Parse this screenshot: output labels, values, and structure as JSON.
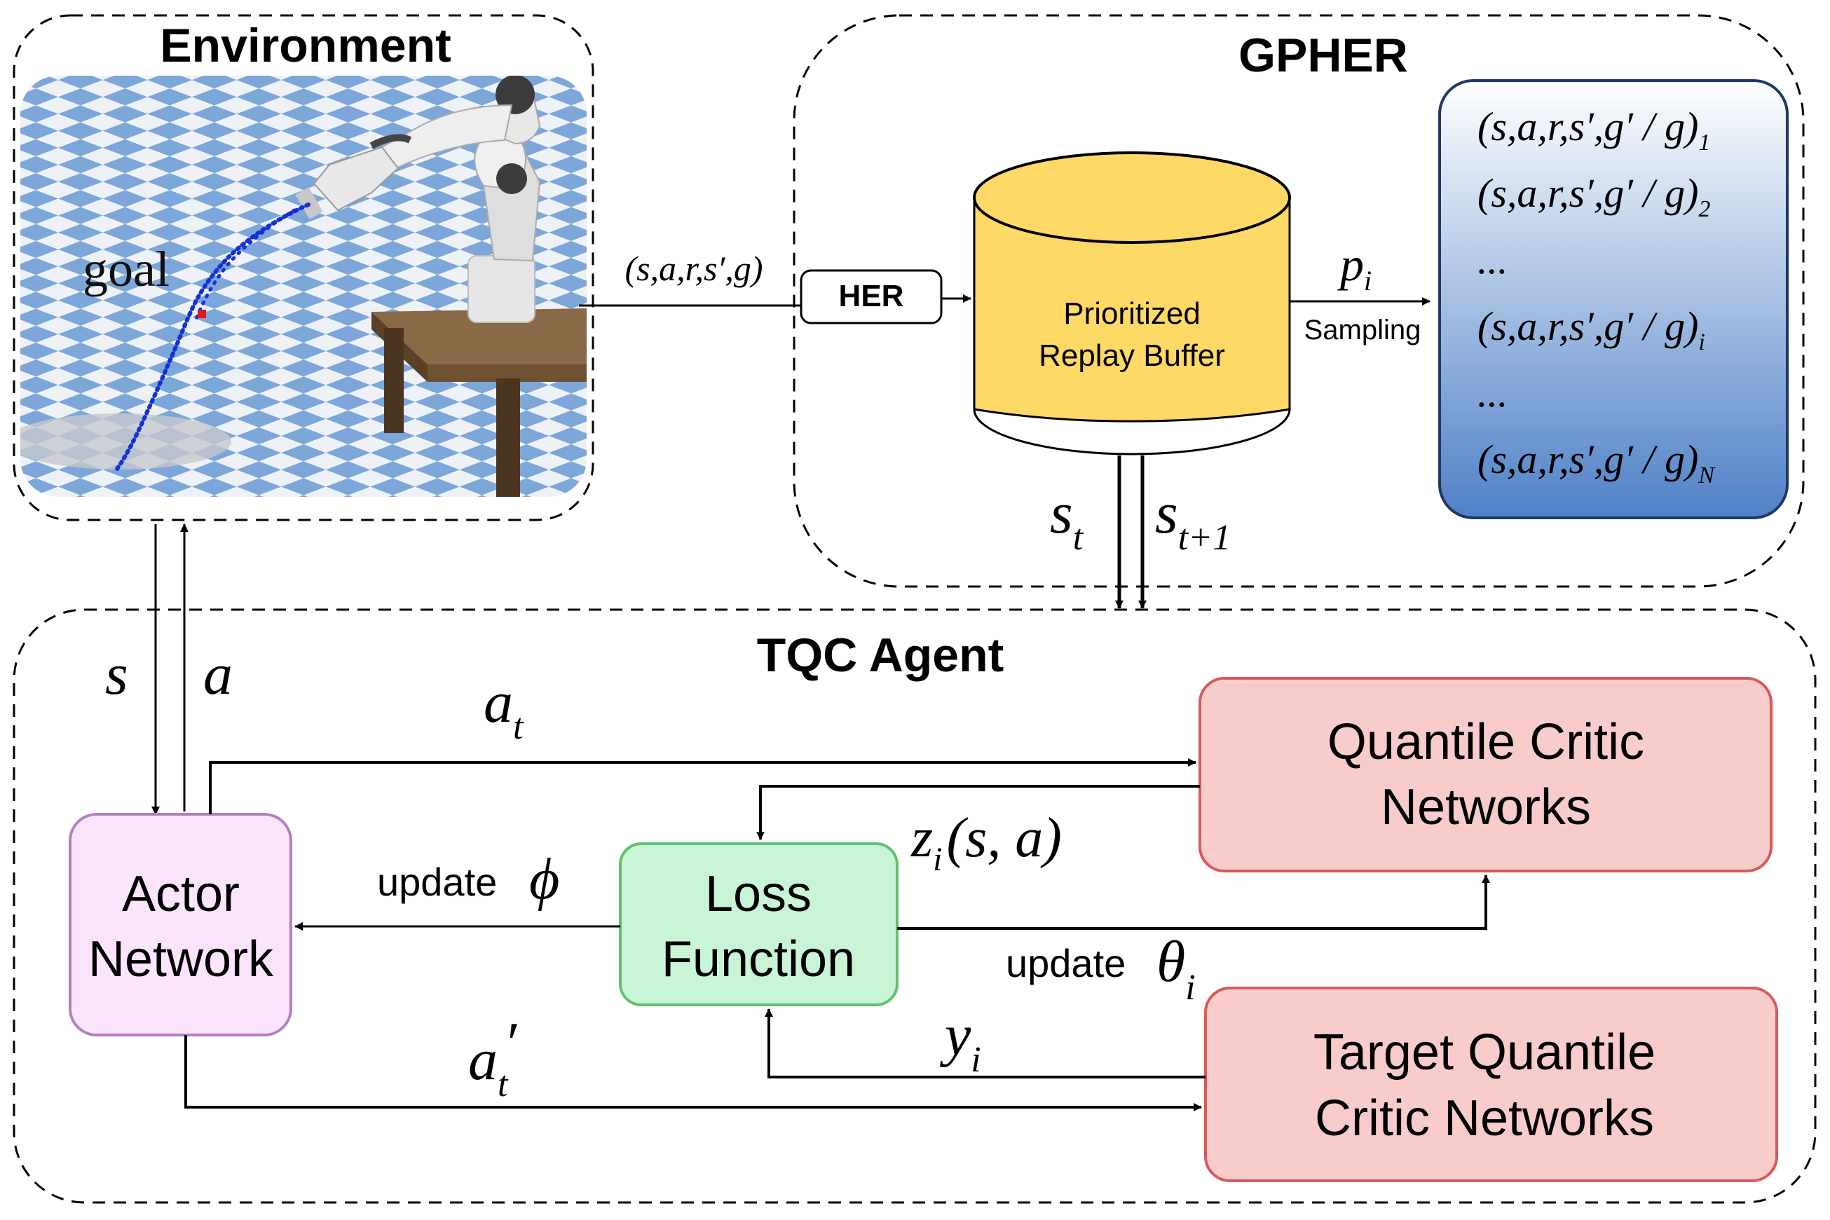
{
  "regions": {
    "environment": {
      "title": "Environment",
      "goal_label": "goal"
    },
    "gpher": {
      "title": "GPHER"
    },
    "agent": {
      "title": "TQC Agent"
    }
  },
  "nodes": {
    "her": "HER",
    "buffer": {
      "line1": "Prioritized",
      "line2": "Replay Buffer"
    },
    "actor": {
      "line1": "Actor",
      "line2": "Network"
    },
    "loss": {
      "line1": "Loss",
      "line2": "Function"
    },
    "critic": {
      "line1": "Quantile Critic",
      "line2": "Networks"
    },
    "target": {
      "line1": "Target Quantile",
      "line2": "Critic Networks"
    }
  },
  "transitions": {
    "prefix": "(s,a,r,s′,g′ / g)",
    "items": [
      {
        "sub": "1",
        "is_ellipsis": false
      },
      {
        "sub": "2",
        "is_ellipsis": false
      },
      {
        "sub": "",
        "is_ellipsis": true
      },
      {
        "sub": "i",
        "is_ellipsis": false
      },
      {
        "sub": "",
        "is_ellipsis": true
      },
      {
        "sub": "N",
        "is_ellipsis": false
      }
    ],
    "ellipsis": "..."
  },
  "edge_labels": {
    "env_to_her": "(s,a,r,s′,g)",
    "sampling_symbol": "p",
    "sampling_symbol_sub": "i",
    "sampling_text": "Sampling",
    "state_t": "s",
    "state_t_sub": "t",
    "state_t1": "s",
    "state_t1_sub": "t+1",
    "s": "s",
    "a": "a",
    "a_t": "a",
    "a_t_sub": "t",
    "z": "z",
    "z_sub": "i",
    "z_args": "(s, a)",
    "update_phi_text": "update",
    "phi": "ϕ",
    "update_theta_text": "update",
    "theta": "θ",
    "theta_sub": "i",
    "y": "y",
    "y_sub": "i",
    "a_t_prime": "a",
    "a_t_prime_sub": "t",
    "prime": "′"
  },
  "colors": {
    "buffer_fill": "#ffd966",
    "actor_fill": "#fbe5fd",
    "actor_stroke": "#b380c0",
    "loss_fill": "#c9f5d6",
    "loss_stroke": "#62c070",
    "critic_fill": "#f9cccc",
    "critic_stroke": "#d85a5a",
    "transitions_top": "#ffffff",
    "transitions_bottom": "#4f81c7",
    "transitions_stroke": "#1f3864",
    "checker_blue": "#7da6d9",
    "checker_white": "#eef2f7"
  }
}
